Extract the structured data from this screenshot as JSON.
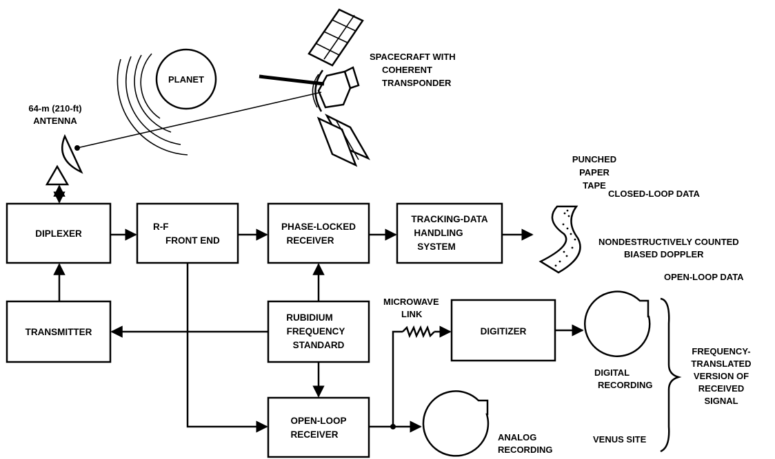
{
  "blocks": {
    "diplexer": "DIPLEXER",
    "rf_front_end": [
      "R-F",
      "FRONT END"
    ],
    "phase_locked_receiver": [
      "PHASE-LOCKED",
      "RECEIVER"
    ],
    "tracking_data": [
      "TRACKING-DATA",
      "HANDLING",
      "SYSTEM"
    ],
    "transmitter": "TRANSMITTER",
    "rubidium": [
      "RUBIDIUM",
      "FREQUENCY",
      "STANDARD"
    ],
    "digitizer": "DIGITIZER",
    "open_loop_receiver": [
      "OPEN-LOOP",
      "RECEIVER"
    ]
  },
  "labels": {
    "planet": "PLANET",
    "spacecraft": [
      "SPACECRAFT WITH",
      "COHERENT",
      "TRANSPONDER"
    ],
    "antenna": [
      "64-m (210-ft)",
      "ANTENNA"
    ],
    "punched_tape": [
      "PUNCHED",
      "PAPER",
      "TAPE"
    ],
    "closed_loop": "CLOSED-LOOP DATA",
    "nondestructive": [
      "NONDESTRUCTIVELY COUNTED",
      "BIASED DOPPLER"
    ],
    "open_loop": "OPEN-LOOP DATA",
    "microwave": [
      "MICROWAVE",
      "LINK"
    ],
    "digital_recording": [
      "DIGITAL",
      "RECORDING"
    ],
    "analog_recording": [
      "ANALOG",
      "RECORDING"
    ],
    "freq_translated": [
      "FREQUENCY-",
      "TRANSLATED",
      "VERSION OF",
      "RECEIVED",
      "SIGNAL"
    ],
    "venus_site": "VENUS SITE"
  }
}
